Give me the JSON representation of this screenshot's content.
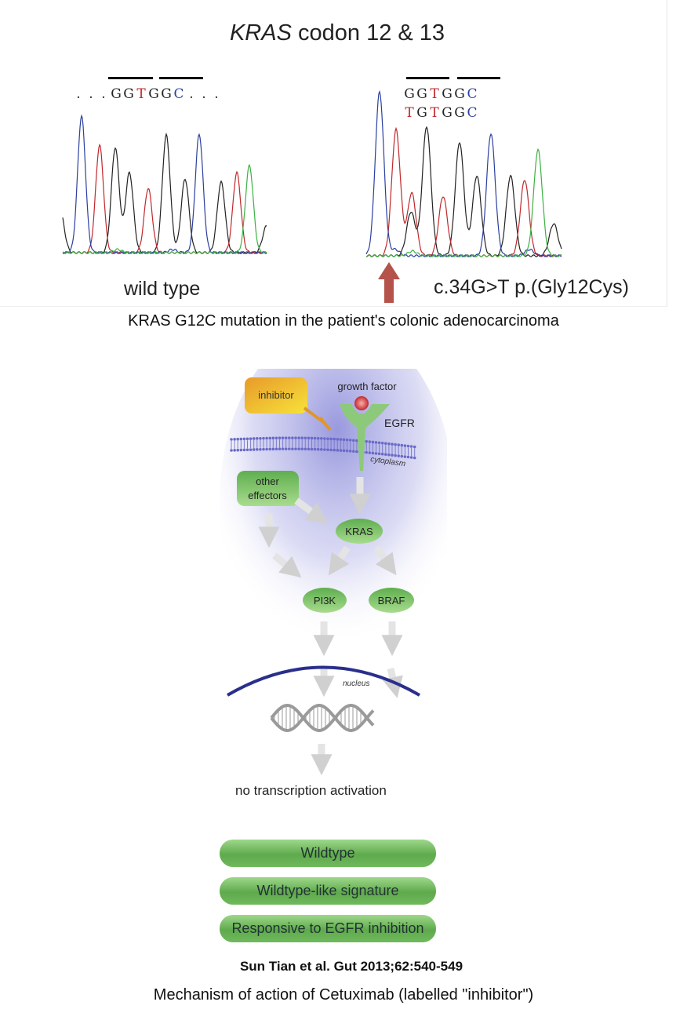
{
  "top_figure": {
    "title_gene": "KRAS",
    "title_rest": " codon 12 & 13",
    "wild_type": {
      "sequence": [
        ".",
        ".",
        ".",
        "G",
        "G",
        "T",
        "G",
        "G",
        "C",
        ".",
        ".",
        "."
      ],
      "label": "wild type"
    },
    "mutant": {
      "sequence_reference": [
        "G",
        "G",
        "T",
        "G",
        "G",
        "C"
      ],
      "sequence_mutant": [
        "T",
        "G",
        "T",
        "G",
        "G",
        "C"
      ],
      "label": "c.34G>T p.(Gly12Cys)"
    },
    "base_colors": {
      "A": "#3cb043",
      "C": "#2b3f9e",
      "G": "#222222",
      "T": "#c0282b"
    },
    "arrow_color": "#b5534a"
  },
  "caption_top": "KRAS G12C mutation in the patient's colonic adenocarcinoma",
  "diagram": {
    "inhibitor": "inhibitor",
    "growth_factor": "growth factor",
    "receptor": "EGFR",
    "cytoplasm": "cytoplasm",
    "other_effectors": [
      "other",
      "effectors"
    ],
    "kras": "KRAS",
    "pi3k": "PI3K",
    "braf": "BRAF",
    "nucleus": "nucleus",
    "outcome": "no transcription activation",
    "status_pills": [
      "Wildtype",
      "Wildtype-like signature",
      "Responsive to EGFR inhibition"
    ]
  },
  "citation": "Sun Tian et al. Gut 2013;62:540-549",
  "caption_bottom": "Mechanism of action of Cetuximab (labelled \"inhibitor\")"
}
